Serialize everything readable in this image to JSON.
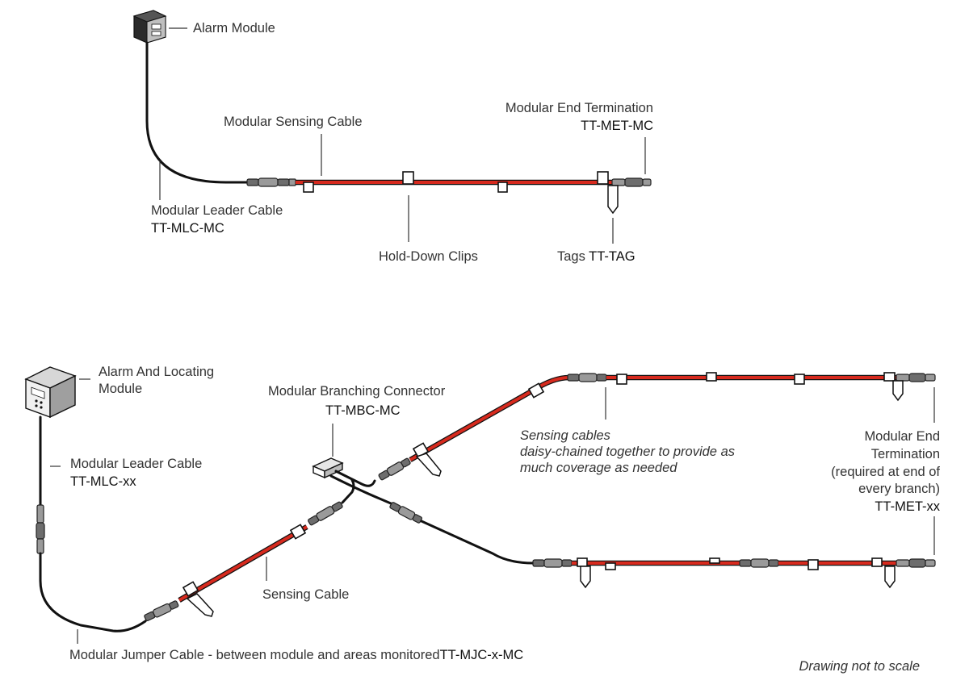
{
  "top": {
    "alarm_module": "Alarm Module",
    "sensing_cable": "Modular Sensing Cable",
    "end_term_title": "Modular End Termination",
    "end_term_pn": "TT-MET-MC",
    "leader_title": "Modular Leader Cable",
    "leader_pn": "TT-MLC-MC",
    "clips": "Hold-Down Clips",
    "tags_label": "Tags ",
    "tags_pn": "TT-TAG"
  },
  "bottom": {
    "alm_line1": "Alarm And Locating",
    "alm_line2": "Module",
    "branch_title": "Modular Branching Connector",
    "branch_pn": "TT-MBC-MC",
    "leader_title": "Modular Leader Cable",
    "leader_pn": "TT-MLC-xx",
    "sensing_note_1": "Sensing cables",
    "sensing_note_2": "daisy-chained together to provide as",
    "sensing_note_3": "much coverage as needed",
    "end_l1": "Modular End",
    "end_l2": "Termination",
    "end_l3": "(required at end of",
    "end_l4": "every branch)",
    "end_pn": "TT-MET-xx",
    "sensing_cable": "Sensing Cable",
    "jumper_label": "Modular Jumper Cable - between module and areas monitored",
    "jumper_pn": "TT-MJC-x-MC",
    "footnote": "Drawing not to scale"
  },
  "colors": {
    "sensing_cable_red": "#d72a1e",
    "cable_black": "#111111",
    "text": "#333333"
  }
}
